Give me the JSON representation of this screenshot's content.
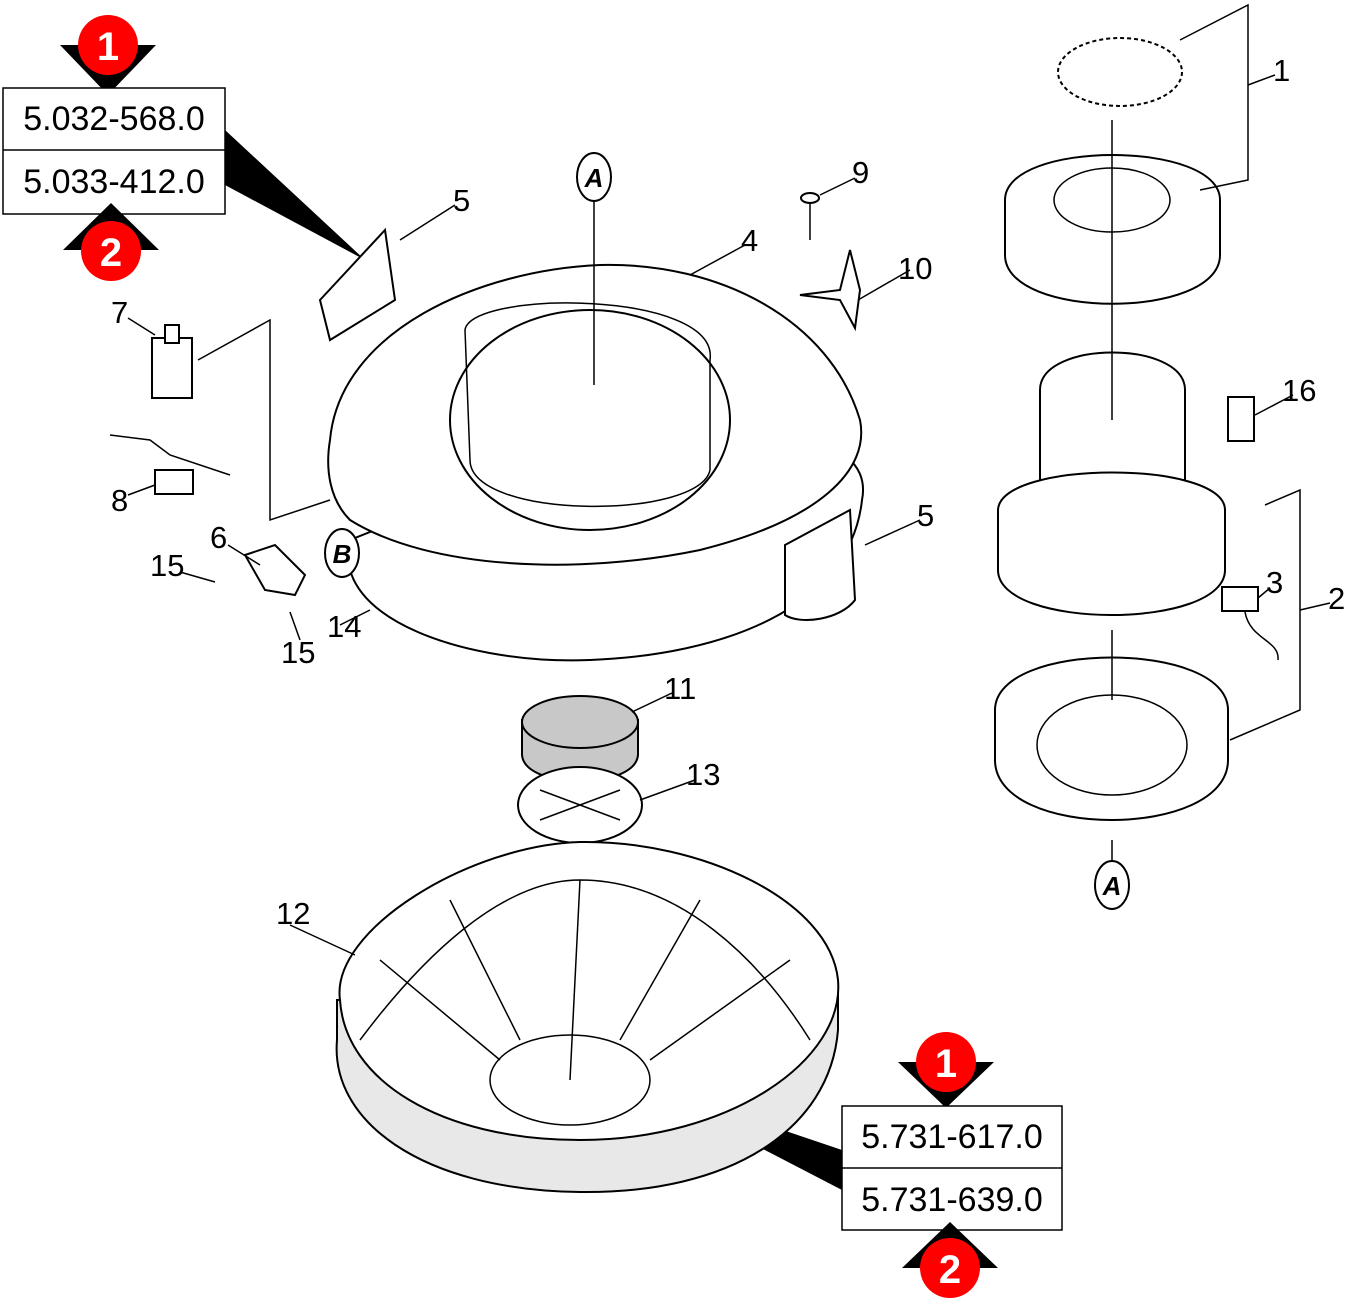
{
  "part_number_boxes": [
    {
      "variant_1": "5.032-568.0",
      "variant_2": "5.033-412.0"
    },
    {
      "variant_1": "5.731-617.0",
      "variant_2": "5.731-639.0"
    }
  ],
  "variant_badges": [
    "1",
    "2"
  ],
  "reference_markers": [
    "A",
    "A",
    "B"
  ],
  "callouts": [
    "1",
    "2",
    "3",
    "4",
    "5",
    "5",
    "6",
    "7",
    "8",
    "9",
    "10",
    "11",
    "12",
    "13",
    "14",
    "15",
    "15",
    "16"
  ],
  "colors": {
    "badge": "#ff0000",
    "shade": "#e8e8e8",
    "filter": "#c8c8c8"
  }
}
